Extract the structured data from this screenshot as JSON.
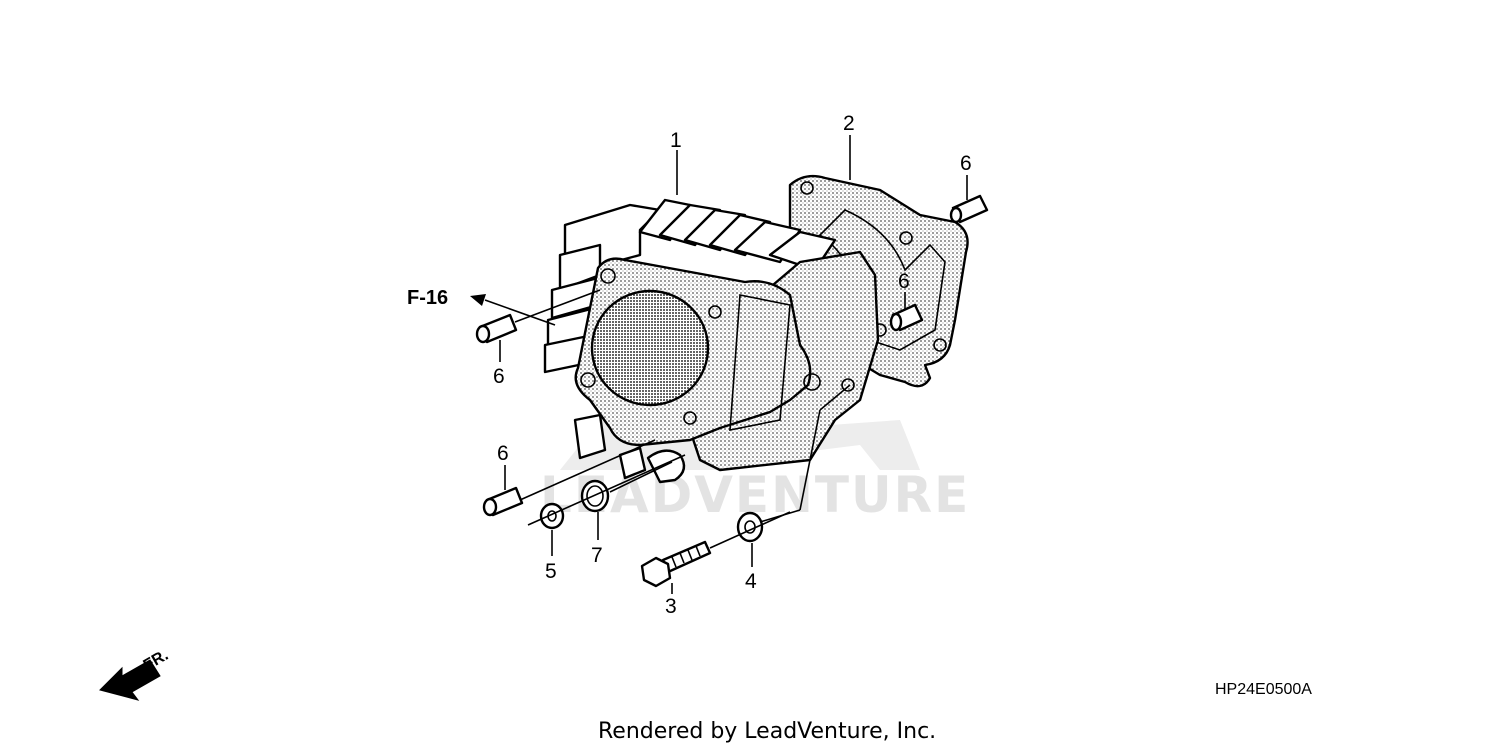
{
  "diagram": {
    "callouts": [
      {
        "id": "c1",
        "label": "1"
      },
      {
        "id": "c2",
        "label": "2"
      },
      {
        "id": "c3",
        "label": "3"
      },
      {
        "id": "c4",
        "label": "4"
      },
      {
        "id": "c5",
        "label": "5"
      },
      {
        "id": "c6a",
        "label": "6"
      },
      {
        "id": "c6b",
        "label": "6"
      },
      {
        "id": "c6c",
        "label": "6"
      },
      {
        "id": "c6d",
        "label": "6"
      },
      {
        "id": "c7",
        "label": "7"
      }
    ],
    "reference": "F-16",
    "direction": "FR.",
    "drawing_code": "HP24E0500A",
    "watermark": "LEADVENTURE",
    "footer": "Rendered by LeadVenture, Inc."
  }
}
